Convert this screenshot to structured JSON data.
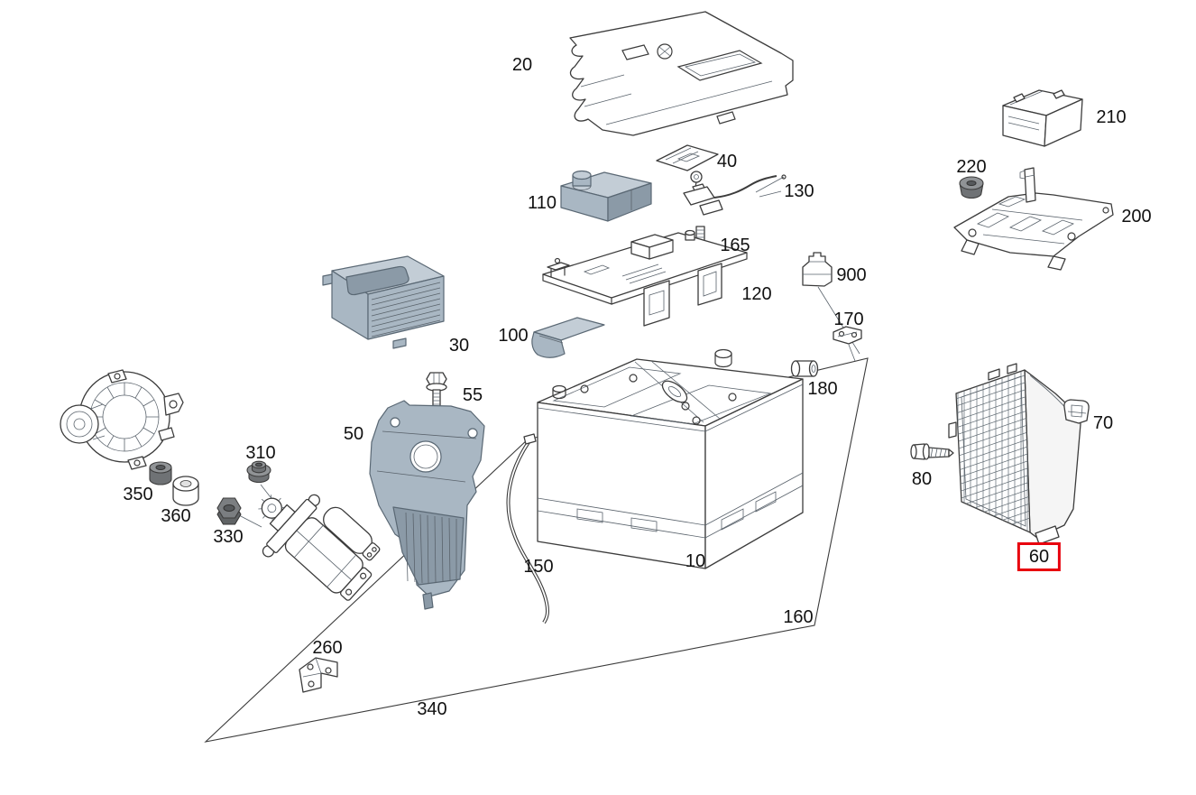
{
  "diagram": {
    "kind": "exploded-parts-diagram",
    "selected_part": "60",
    "highlight_color": "#e8000d",
    "background_color": "#ffffff",
    "line_color": "#3c3c3c",
    "shaded_part_color": "#a9b7c3"
  },
  "labels": {
    "p10": "10",
    "p20": "20",
    "p30": "30",
    "p40": "40",
    "p50": "50",
    "p55": "55",
    "p60": "60",
    "p70": "70",
    "p80": "80",
    "p100": "100",
    "p110": "110",
    "p120": "120",
    "p130": "130",
    "p150": "150",
    "p160": "160",
    "p165": "165",
    "p170": "170",
    "p180": "180",
    "p200": "200",
    "p210": "210",
    "p220": "220",
    "p260": "260",
    "p310": "310",
    "p330": "330",
    "p340": "340",
    "p350": "350",
    "p360": "360",
    "p900": "900"
  }
}
